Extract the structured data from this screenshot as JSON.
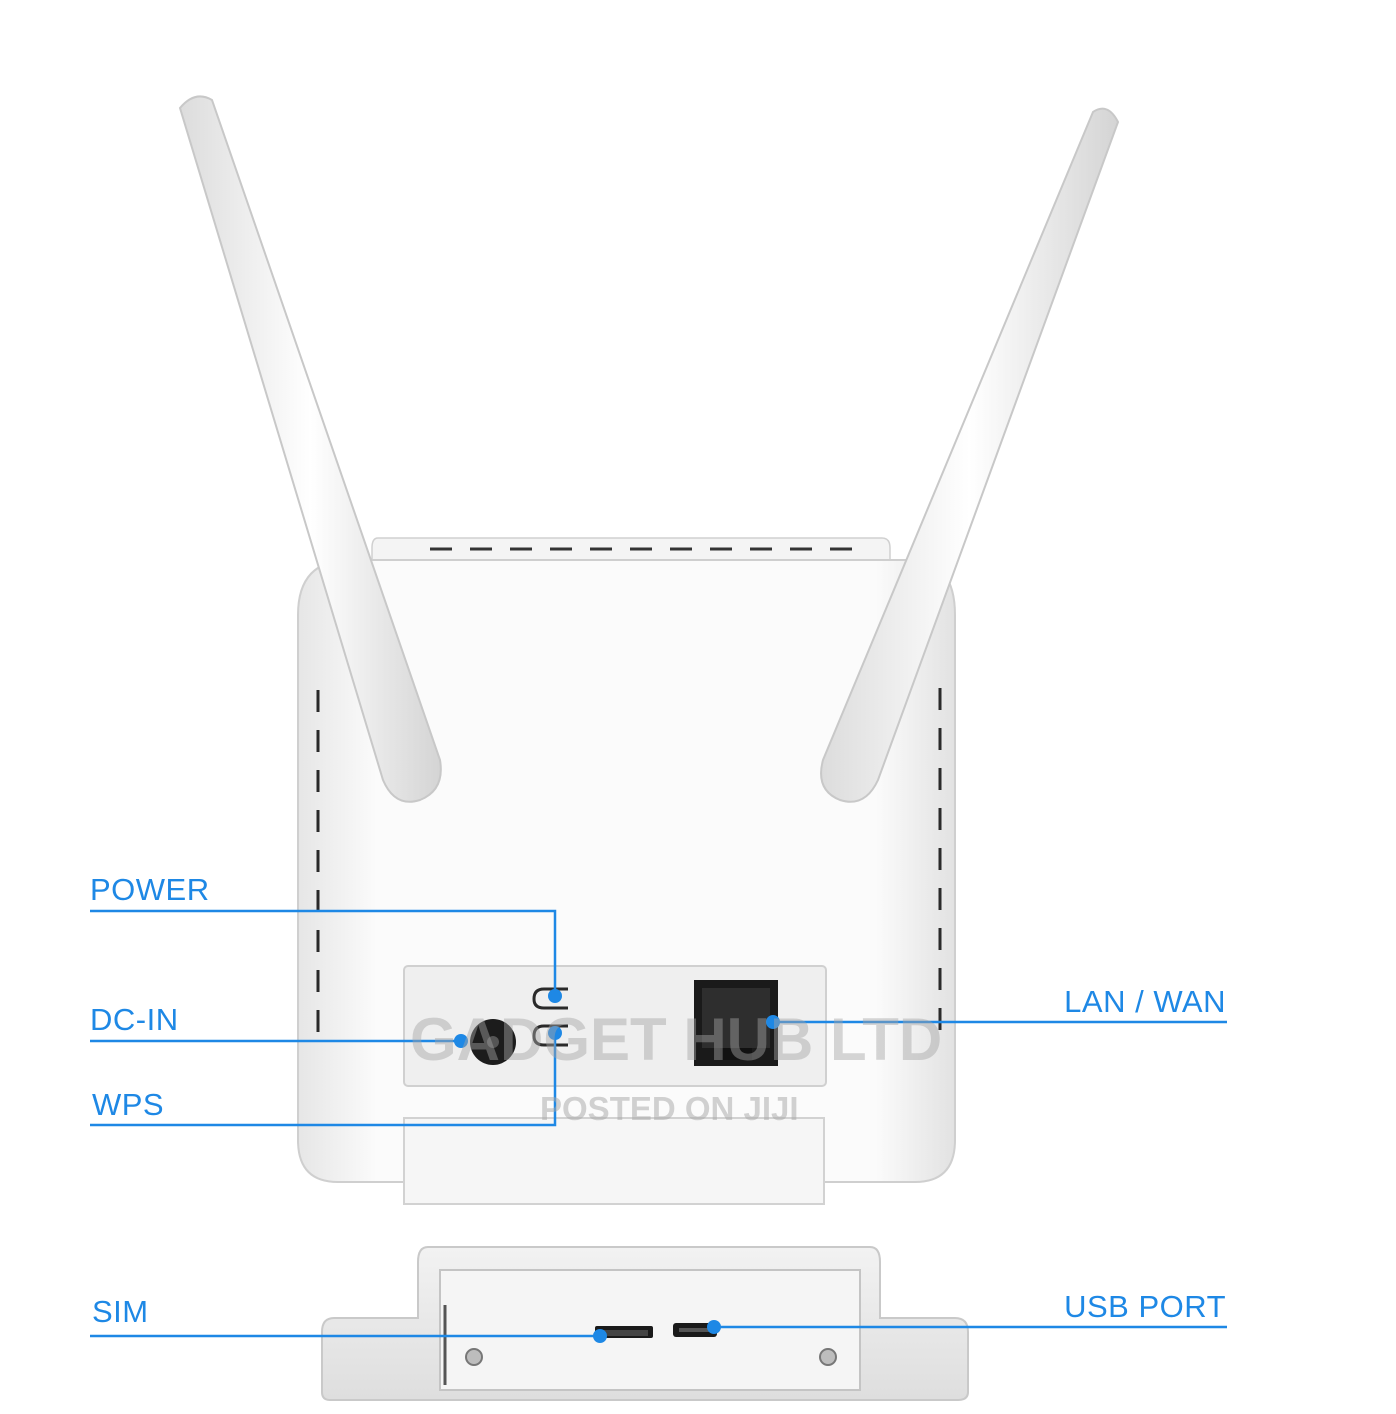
{
  "callouts": {
    "power": "POWER",
    "dc_in": "DC-IN",
    "wps": "WPS",
    "lan_wan": "LAN / WAN",
    "sim": "SIM",
    "usb_port": "USB PORT"
  },
  "watermark": {
    "line1": "GADGET HUB LTD",
    "line2": "POSTED ON JIJI"
  },
  "colors": {
    "callout_blue": "#1e88e5",
    "device_white": "#ffffff",
    "port_black": "#1a1a1a"
  }
}
